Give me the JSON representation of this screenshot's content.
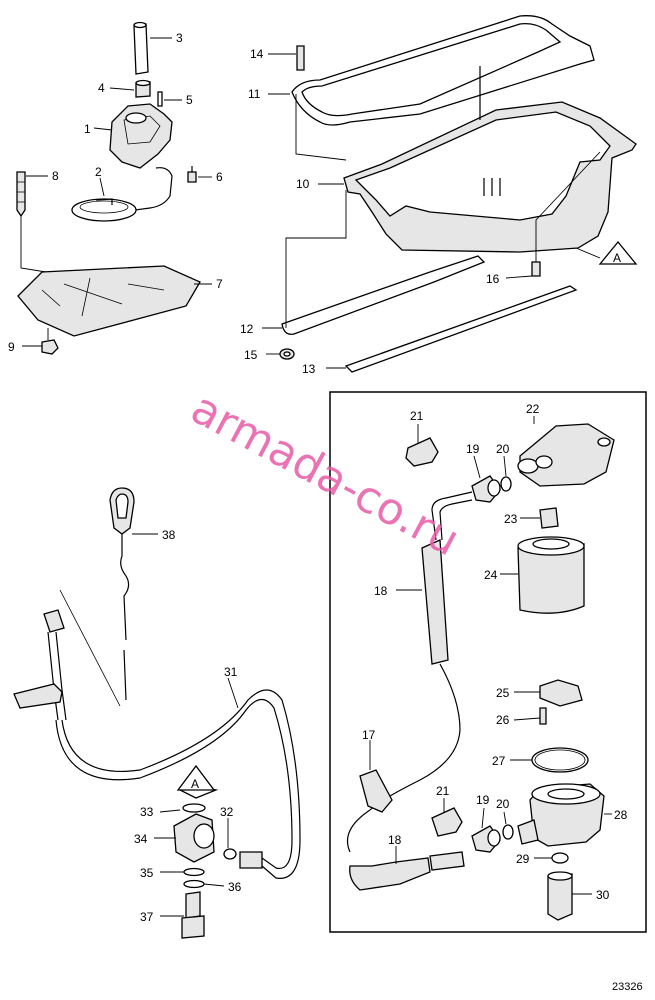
{
  "watermark": "armada-co.ru",
  "figure_ref": "23326",
  "detail_marker": "A",
  "callouts": {
    "c1": "1",
    "c2": "2",
    "c3": "3",
    "c4": "4",
    "c5": "5",
    "c6": "6",
    "c7": "7",
    "c8": "8",
    "c9": "9",
    "c10": "10",
    "c11": "11",
    "c12": "12",
    "c13": "13",
    "c14": "14",
    "c15": "15",
    "c16": "16",
    "c17": "17",
    "c18a": "18",
    "c18b": "18",
    "c19a": "19",
    "c19b": "19",
    "c20a": "20",
    "c20b": "20",
    "c21a": "21",
    "c21b": "21",
    "c22": "22",
    "c23": "23",
    "c24": "24",
    "c25": "25",
    "c26": "26",
    "c27": "27",
    "c28": "28",
    "c29": "29",
    "c30": "30",
    "c31": "31",
    "c32": "32",
    "c33": "33",
    "c34": "34",
    "c35": "35",
    "c36": "36",
    "c37": "37",
    "c38": "38"
  }
}
